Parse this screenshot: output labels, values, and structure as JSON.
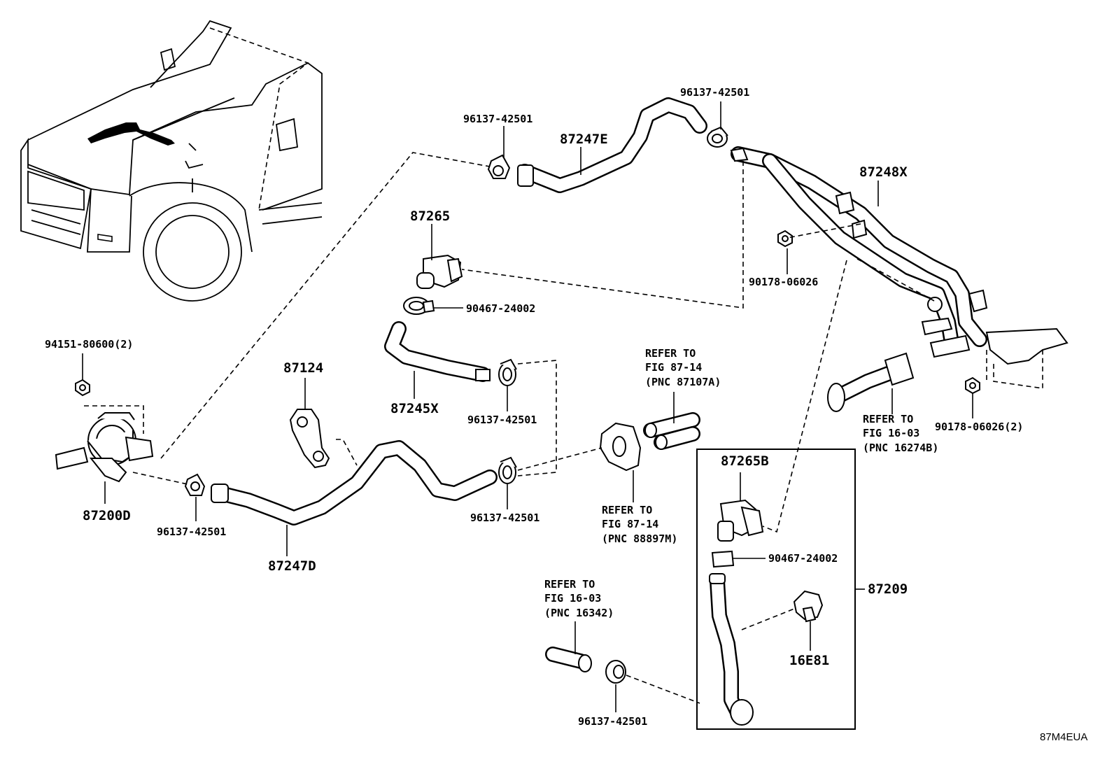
{
  "labels": {
    "clamp_top_left": "96137-42501",
    "clamp_top_right": "96137-42501",
    "hose_87247E": "87247E",
    "hose_87248X": "87248X",
    "valve_87265": "87265",
    "clamp_90467_top": "90467-24002",
    "nut_90178_upper": "90178-06026",
    "nut_94151": "94151-80600(2)",
    "bracket_87124": "87124",
    "hose_87245X": "87245X",
    "clamp_mid_upper": "96137-42501",
    "clamp_mid_lower": "96137-42501",
    "pump_87200D": "87200D",
    "clamp_left_lower": "96137-42501",
    "hose_87247D": "87247D",
    "nut_90178_lower": "90178-06026(2)",
    "valve_87265B": "87265B",
    "clamp_90467_box": "90467-24002",
    "assembly_87209": "87209",
    "clip_16E81": "16E81",
    "clamp_bottom": "96137-42501",
    "figure_code": "87M4EUA"
  },
  "references": {
    "ref_87107A": [
      "REFER TO",
      "FIG 87-14",
      "(PNC 87107A)"
    ],
    "ref_88897M": [
      "REFER TO",
      "FIG 87-14",
      "(PNC 88897M)"
    ],
    "ref_16274B": [
      "REFER TO",
      "FIG 16-03",
      "(PNC 16274B)"
    ],
    "ref_16342": [
      "REFER TO",
      "FIG 16-03",
      "(PNC 16342)"
    ]
  }
}
